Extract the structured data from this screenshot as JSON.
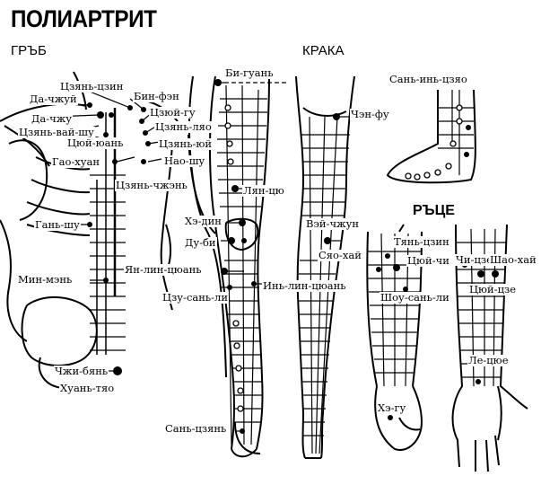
{
  "title": "ПОЛИАРТРИТ",
  "sections": {
    "back": "ГРЪБ",
    "legs": "КРАКА",
    "arms": "РЪЦЕ"
  },
  "back_points": {
    "dzyan_dzin": "Цзянь-цзин",
    "da_chzhuy_1": "Да-чжуй",
    "bin_fen": "Бин-фэн",
    "da_chzhu": "Да-чжу",
    "nao_gu": "Цзюй-гу",
    "dzyan_vay_shu": "Цзянь-вай-шу",
    "dzyan_lyao": "Цзянь-ляо",
    "tsyuy_yuan": "Цюй-юань",
    "dzyan_yuy": "Цзянь-юй",
    "gao_huan": "Гао-хуан",
    "nao_shu": "Нао-шу",
    "dzyan_chzhen": "Цзянь-чжэнь",
    "gan_shu": "Гань-шу",
    "min_men": "Мин-мэнь",
    "chzhi_byan": "Чжи-бянь",
    "huan_tyao": "Хуань-тяо"
  },
  "leg_points": {
    "bi_guan": "Би-гуань",
    "chen_fu": "Чэн-фу",
    "lyan_tsyu": "Лян-цю",
    "he_din": "Хэ-дин",
    "du_bi": "Ду-би",
    "yan_lin_tsyuan": "Ян-лин-цюань",
    "dzu_san_li": "Цзу-сань-ли",
    "in_lin_tsyuan": "Инь-лин-цюань",
    "vey_chzhun": "Вэй-чжун",
    "syao_hay": "Сяо-хай",
    "san_tsyan": "Сань-цзянь",
    "san_in_tszyao": "Сань-инь-цзяо"
  },
  "arm_points": {
    "tyan_tszin": "Тянь-цзин",
    "tsyuy_chi": "Цюй-чи",
    "chi_tsze": "Чи-цзе",
    "shao_hay": "Шао-хай",
    "shou_san_li": "Шоу-сань-ли",
    "tsyuy_tsze": "Цюй-цзе",
    "le_tsyue": "Ле-цюе",
    "he_gu": "Хэ-гу"
  }
}
